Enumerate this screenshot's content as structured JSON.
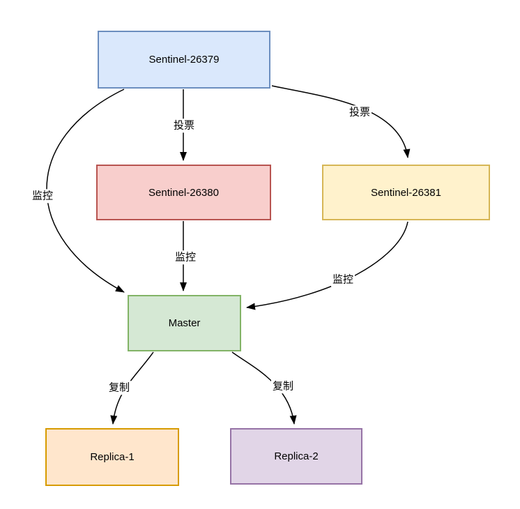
{
  "diagram": {
    "type": "flowchart",
    "background_color": "#ffffff",
    "line_color": "#000000",
    "nodes": [
      {
        "id": "sentinel-26379",
        "label": "Sentinel-26379",
        "fill": "#dae8fc",
        "border": "#6c8ebf"
      },
      {
        "id": "sentinel-26380",
        "label": "Sentinel-26380",
        "fill": "#f8cecc",
        "border": "#b85450"
      },
      {
        "id": "sentinel-26381",
        "label": "Sentinel-26381",
        "fill": "#fff2cc",
        "border": "#d6b656"
      },
      {
        "id": "master",
        "label": "Master",
        "fill": "#d5e8d4",
        "border": "#82b366"
      },
      {
        "id": "replica-1",
        "label": "Replica-1",
        "fill": "#ffe6cc",
        "border": "#d79b00"
      },
      {
        "id": "replica-2",
        "label": "Replica-2",
        "fill": "#e1d5e7",
        "border": "#9673a6"
      }
    ],
    "edges": [
      {
        "from": "Sentinel-26379",
        "to": "Sentinel-26380",
        "label": "投票"
      },
      {
        "from": "Sentinel-26379",
        "to": "Sentinel-26381",
        "label": "投票"
      },
      {
        "from": "Sentinel-26379",
        "to": "Master",
        "label": "监控"
      },
      {
        "from": "Sentinel-26380",
        "to": "Master",
        "label": "监控"
      },
      {
        "from": "Sentinel-26381",
        "to": "Master",
        "label": "监控"
      },
      {
        "from": "Master",
        "to": "Replica-1",
        "label": "复制"
      },
      {
        "from": "Master",
        "to": "Replica-2",
        "label": "复制"
      }
    ]
  }
}
